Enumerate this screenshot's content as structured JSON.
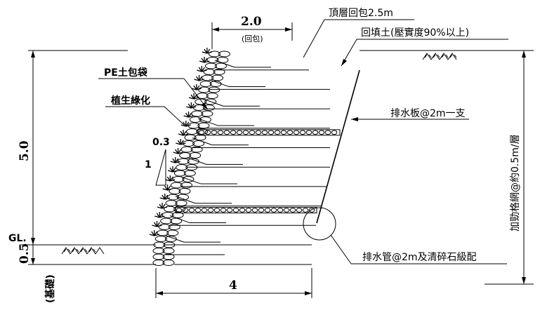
{
  "labels": {
    "top_wrap": "頂層回包2.5m",
    "backfill": "回填土(壓實度90%以上)",
    "pe_bag": "PE土包袋",
    "vegetation": "植生綠化",
    "drain_board": "排水板@2m一支",
    "drain_pipe": "排水管@2m及清碎石級配",
    "geogrid": "加勁格網@約0.5m/層",
    "gl": "GL.",
    "foundation": "(基礎)"
  },
  "dimensions": {
    "wrap_width": "2.0",
    "wrap_note": "(回包)",
    "height": "5.0",
    "embed": "0.5",
    "base_width": "4",
    "slope_h": "0.3",
    "slope_v": "1"
  },
  "diagram": {
    "layer_count": 10,
    "gravel_layers": [
      4,
      8
    ]
  }
}
